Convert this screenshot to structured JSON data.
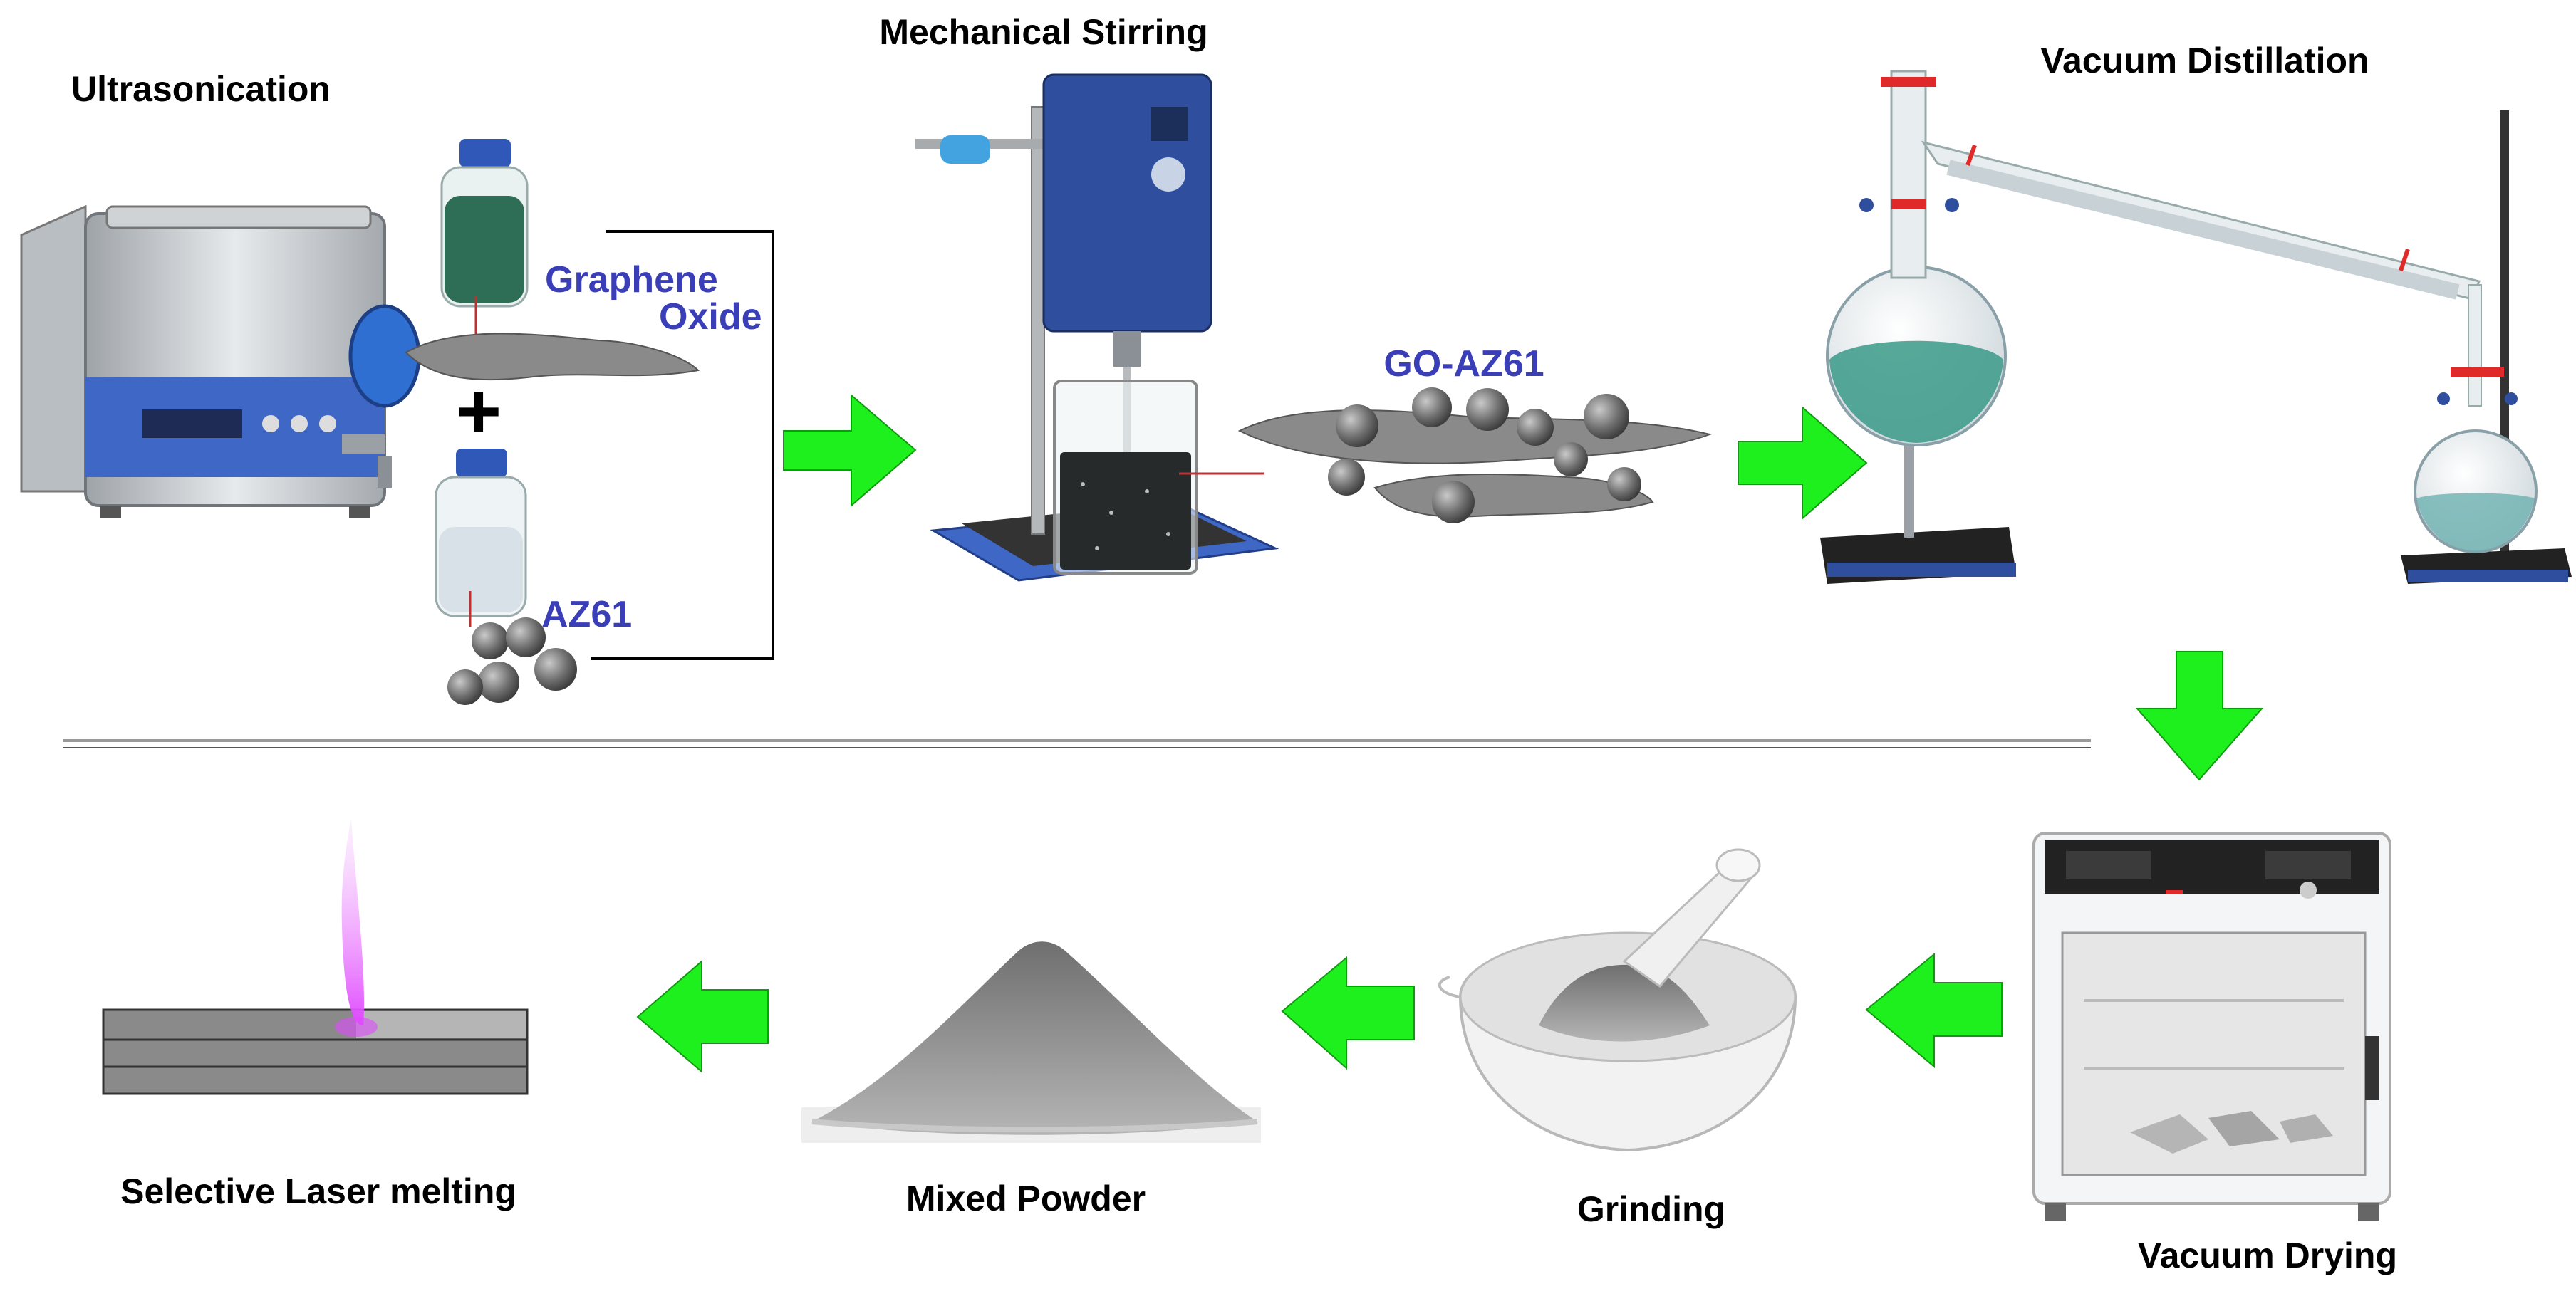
{
  "steps": {
    "ultrasonication": "Ultrasonication",
    "mechanical_stirring": "Mechanical Stirring",
    "vacuum_distillation": "Vacuum Distillation",
    "vacuum_drying": "Vacuum Drying",
    "grinding": "Grinding",
    "mixed_powder": "Mixed Powder",
    "selective_laser_melting": "Selective Laser melting"
  },
  "materials": {
    "graphene_line1": "Graphene",
    "graphene_line2": "Oxide",
    "az61": "AZ61",
    "go_az61": "GO-AZ61",
    "plus": "+"
  },
  "colors": {
    "arrow": "#1ef01e",
    "material_label": "#3a3fb8",
    "label": "#000000",
    "device_blue": "#3f68c6",
    "liquid_green": "#3a9a88",
    "powder_gray": "#8f8f8f"
  },
  "icons": [
    "ultrasonic-bath-icon",
    "reagent-bottle-icon",
    "overhead-stirrer-icon",
    "distillation-apparatus-icon",
    "drying-oven-icon",
    "mortar-pestle-icon",
    "powder-pile-icon",
    "laser-melting-icon"
  ]
}
